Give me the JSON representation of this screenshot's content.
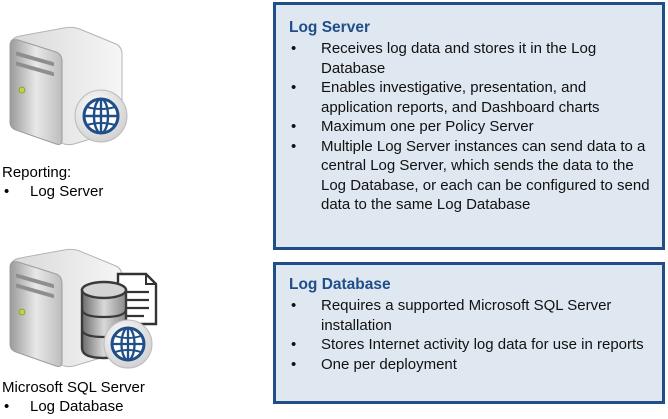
{
  "icons": {
    "server1": "server-with-globe-icon",
    "server2": "database-server-with-document-and-globe-icon"
  },
  "reporting": {
    "title": "Reporting:",
    "bullets": [
      "Log Server"
    ]
  },
  "sql": {
    "title": "Microsoft SQL Server",
    "bullets": [
      "Log Database"
    ]
  },
  "log_server_box": {
    "title": "Log Server",
    "bullets": [
      "Receives log data and stores it in the Log Database",
      "Enables investigative, presentation, and application reports, and Dashboard charts",
      "Maximum one per Policy Server",
      "Multiple Log Server instances can send data to a central Log Server, which sends the data to the Log Database, or each can be configured to send data to the same Log Database"
    ]
  },
  "log_database_box": {
    "title": "Log Database",
    "bullets": [
      "Requires a supported Microsoft SQL Server installation",
      "Stores Internet activity log data for use in reports",
      "One per deployment"
    ]
  },
  "colors": {
    "box_border": "#1f4e89",
    "box_fill": "#dfe7f1",
    "title_text": "#1f4e89",
    "globe": "#1f4e89"
  }
}
